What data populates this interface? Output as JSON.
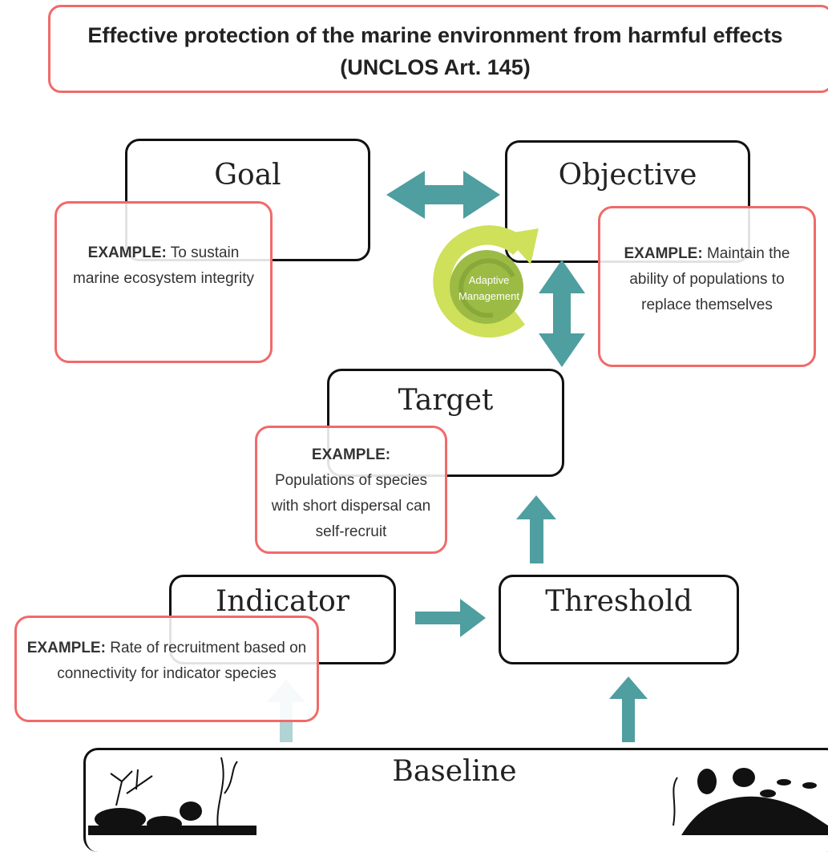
{
  "header": {
    "line1": "Effective protection of the marine environment from harmful effects",
    "line2": "(UNCLOS Art. 145)"
  },
  "boxes": {
    "goal": "Goal",
    "objective": "Objective",
    "target": "Target",
    "indicator": "Indicator",
    "threshold": "Threshold",
    "baseline": "Baseline"
  },
  "examples": {
    "label": "EXAMPLE:",
    "goal_text": "To sustain marine ecosystem integrity",
    "objective_text": "Maintain the ability of populations to replace themselves",
    "target_text": "Populations of species with short dispersal can self-recruit",
    "indicator_text": "Rate of recruitment based on connectivity for indicator species"
  },
  "cycle": {
    "line1": "Adaptive",
    "line2": "Management"
  },
  "colors": {
    "arrow": "#4f9ea0",
    "red_border": "#f06a6a",
    "cycle_outer": "#cfe05a",
    "cycle_inner": "#9cbb45"
  }
}
